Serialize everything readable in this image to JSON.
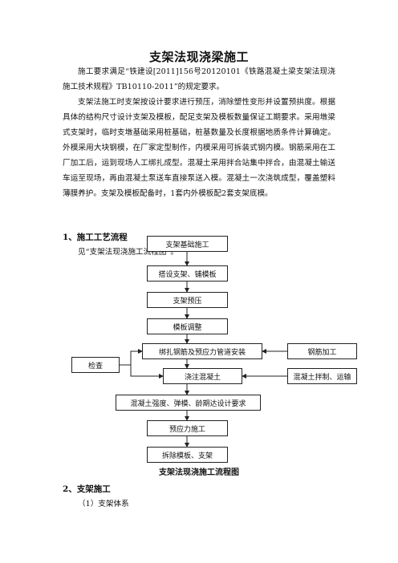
{
  "document": {
    "title": "支架法现浇梁施工",
    "paragraphs": [
      "施工要求满足“铁建设[2011]156号20120101《铁路混凝土梁支架法现浇施工技术规程》TB10110-2011”的规定要求。",
      "支架法施工时支架按设计要求进行预压，消除塑性变形并设置预拱度。根据具体的结构尺寸设计支架及模板，配足支架及模板数量保证工期要求。采用墩梁式支架时，临时支墩基础采用桩基础，桩基数量及长度根据地质条件计算确定。外模采用大块钢模，在厂家定型制作，内模采用可拆装式钢内模。钢筋采用在工厂加工后，运到现场人工绑扎成型。混凝土采用拌合站集中拌合，由混凝土输送车运至现场，再由混凝土泵送车直接泵送入模。混凝土一次浇筑成型，覆盖塑料薄膜养护。支架及模板配备时，1套内外模板配2套支架底模。"
    ],
    "section1": {
      "heading": "1、施工工艺流程",
      "intro": "见“支架法现浇施工流程图”。"
    },
    "flowchart": {
      "steps": [
        "支架基础施工",
        "搭设支架、铺模板",
        "支架预压",
        "模板调整",
        "绑扎钢筋及预应力管道安装",
        "浇注混凝土",
        "混凝土强度、弹模、龄期达设计要求",
        "预应力施工",
        "拆除模板、支架"
      ],
      "side_left": "检查",
      "side_right_top": "钢筋加工",
      "side_right_bottom": "混凝土拌制、运输",
      "caption": "支架法现浇施工流程图"
    },
    "section2": {
      "heading": "2、支架施工",
      "sub": "（1）支架体系"
    }
  }
}
